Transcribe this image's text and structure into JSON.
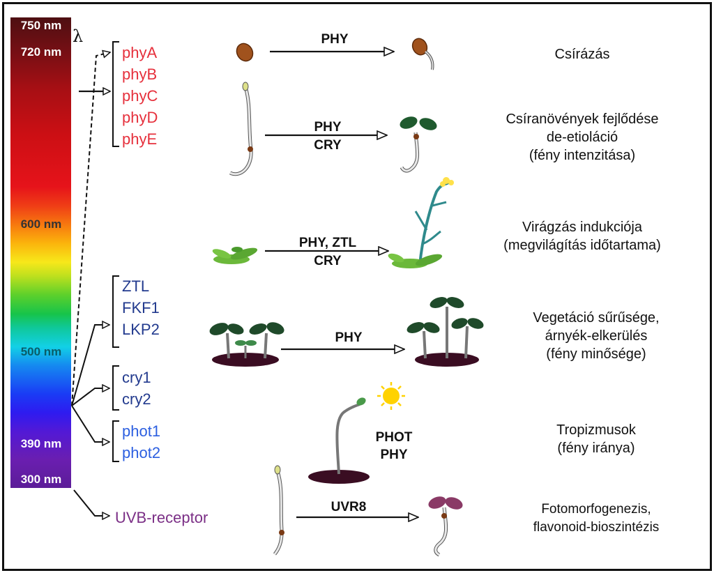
{
  "spectrum": {
    "symbol": "λ",
    "labels": [
      "750 nm",
      "720 nm",
      "600 nm",
      "500 nm",
      "390 nm",
      "300 nm"
    ]
  },
  "receptors": {
    "phytochromes": [
      "phyA",
      "phyB",
      "phyC",
      "phyD",
      "phyE"
    ],
    "ztl_group": [
      "ZTL",
      "FKF1",
      "LKP2"
    ],
    "cryptochromes": [
      "cry1",
      "cry2"
    ],
    "phototropins": [
      "phot1",
      "phot2"
    ],
    "uvb": "UVB-receptor"
  },
  "arrow_labels": {
    "germination": "PHY",
    "deetiolation_top": "PHY",
    "deetiolation_bottom": "CRY",
    "flowering_top": "PHY, ZTL",
    "flowering_bottom": "CRY",
    "shade": "PHY",
    "tropism_top": "PHOT",
    "tropism_bottom": "PHY",
    "uv": "UVR8"
  },
  "responses": {
    "germination": [
      "Csírázás"
    ],
    "deetiolation": [
      "Csíranövények fejlődése",
      "de-etioláció",
      "(fény intenzitása)"
    ],
    "flowering": [
      "Virágzás indukciója",
      "(megvilágítás időtartama)"
    ],
    "shade": [
      "Vegetáció sűrűsége,",
      "árnyék-elkerülés",
      "(fény minősége)"
    ],
    "tropism": [
      "Tropizmusok",
      "(fény iránya)"
    ],
    "uv": [
      "Fotomorfogenezis,",
      "flavonoid-bioszintézis"
    ]
  },
  "colors": {
    "phytochrome_text": "#e6303c",
    "blue_receptor_text": "#223a8e",
    "phot_text": "#2c5fe0",
    "uvb_text": "#7b2f86",
    "seed": "#a0521d",
    "leaf": "#1f5a2e",
    "soil": "#3a0d22",
    "sun": "#ffd200"
  }
}
